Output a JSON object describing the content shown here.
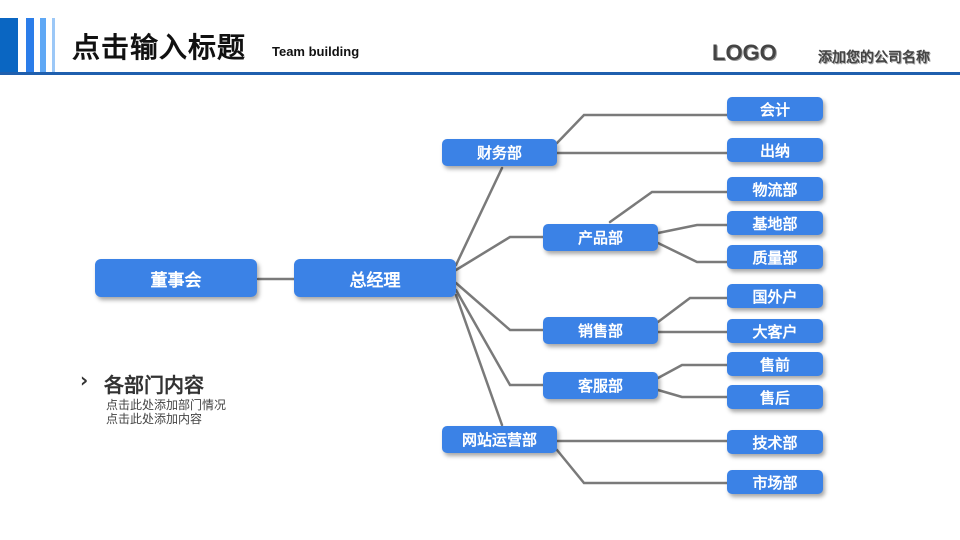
{
  "header": {
    "title": "点击输入标题",
    "subtitle": "Team building",
    "logo": "LOGO",
    "company": "添加您的公司名称"
  },
  "side": {
    "title": "各部门内容",
    "line1": "点击此处添加部门情况",
    "line2": "点击此处添加内容"
  },
  "org": {
    "board": "董事会",
    "gm": "总经理",
    "finance": "财务部",
    "accounting": "会计",
    "cashier": "出纳",
    "product": "产品部",
    "logistics": "物流部",
    "base": "基地部",
    "quality": "质量部",
    "sales": "销售部",
    "foreign": "国外户",
    "major": "大客户",
    "service": "客服部",
    "presale": "售前",
    "aftersale": "售后",
    "website": "网站运营部",
    "tech": "技术部",
    "market": "市场部"
  },
  "colors": {
    "node": "#3b82e6",
    "accent": "#1f5fae",
    "line": "#7a7a7a"
  }
}
